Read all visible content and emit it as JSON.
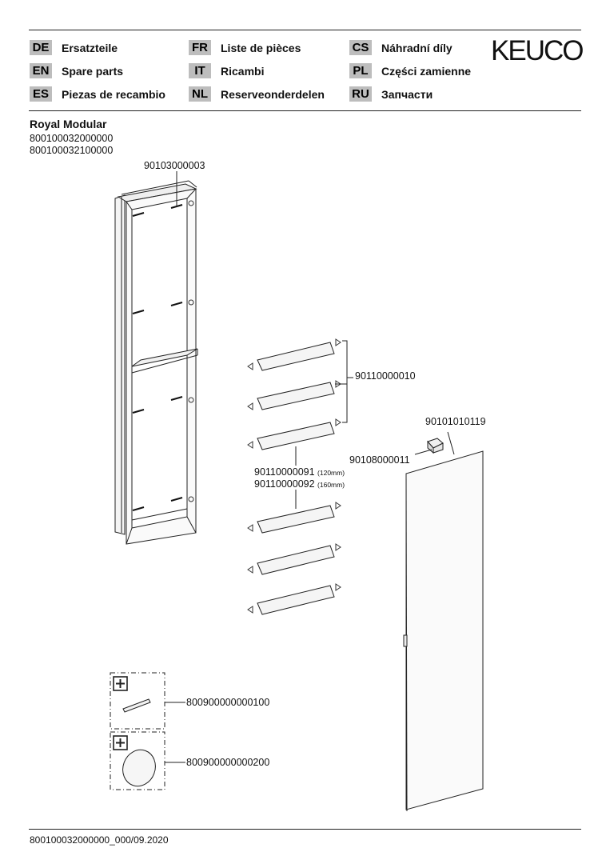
{
  "header": {
    "languages": [
      {
        "code": "DE",
        "label": "Ersatzteile"
      },
      {
        "code": "EN",
        "label": "Spare parts"
      },
      {
        "code": "ES",
        "label": "Piezas de recambio"
      },
      {
        "code": "FR",
        "label": "Liste de pièces"
      },
      {
        "code": "IT",
        "label": "Ricambi"
      },
      {
        "code": "NL",
        "label": "Reserveonderdelen"
      },
      {
        "code": "CS",
        "label": "Náhradní díly"
      },
      {
        "code": "PL",
        "label": "Części zamienne"
      },
      {
        "code": "RU",
        "label": "Запчасти"
      }
    ],
    "logo": "KEUCO"
  },
  "product": {
    "name": "Royal Modular",
    "article_numbers": [
      "800100032000000",
      "800100032100000"
    ]
  },
  "parts": {
    "cabinet": "90103000003",
    "shelf_clips": "90110000010",
    "shelf_120": "90110000091",
    "shelf_120_size": "(120mm)",
    "shelf_160": "90110000092",
    "shelf_160_size": "(160mm)",
    "door": "90101010119",
    "hinge": "90108000011",
    "accessory_1": "800900000000100",
    "accessory_2": "800900000000200"
  },
  "footer": "800100032000000_000/09.2020"
}
